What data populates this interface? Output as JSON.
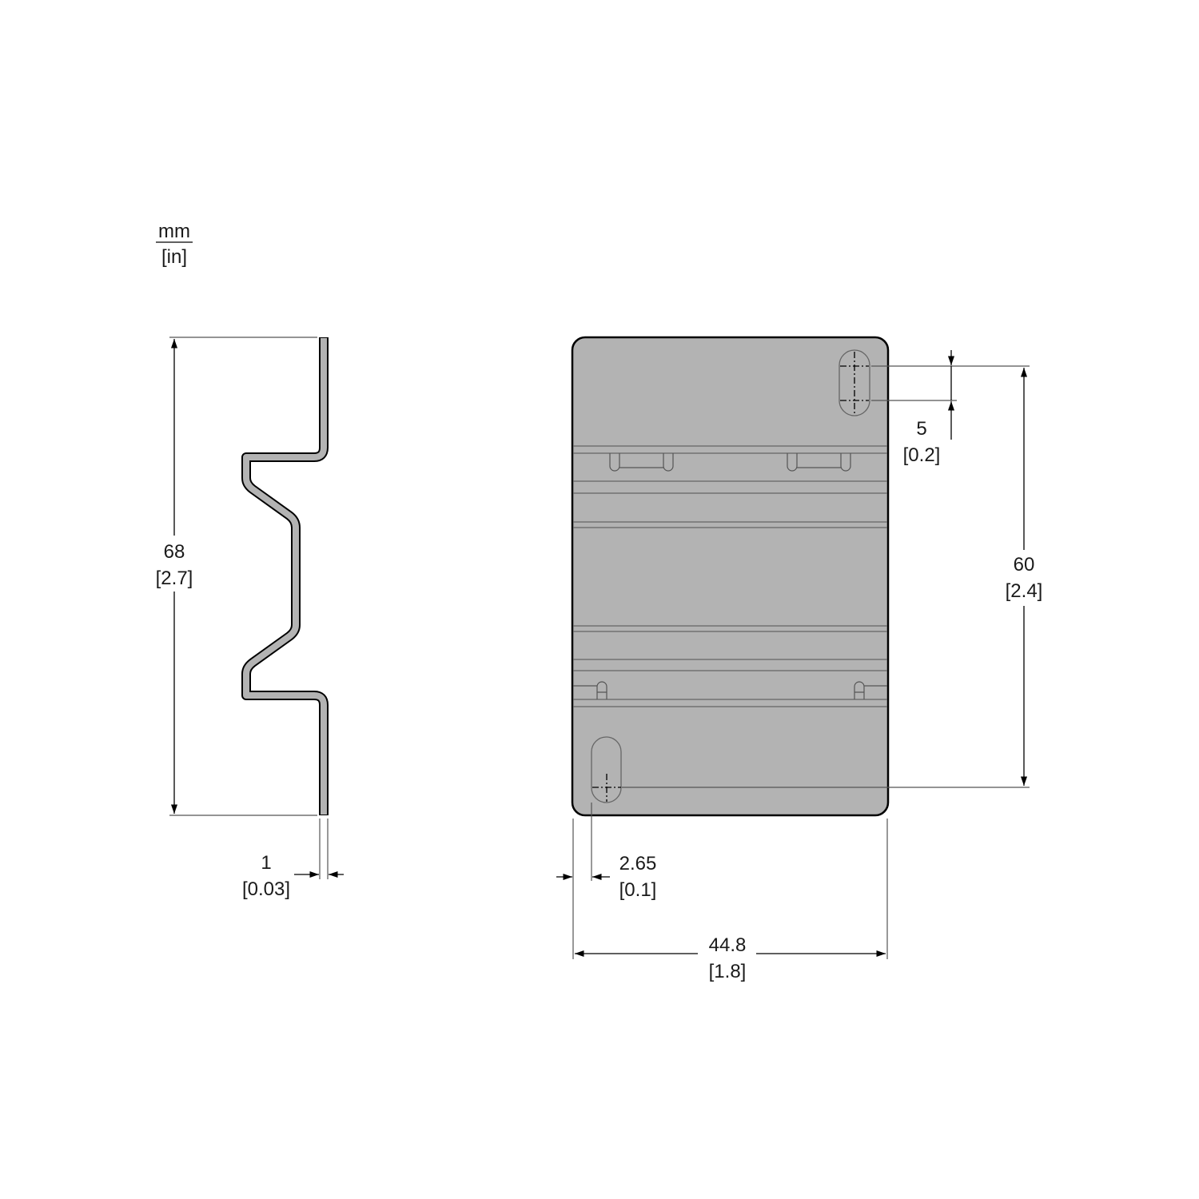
{
  "units": {
    "primary": "mm",
    "secondary": "[in]"
  },
  "colors": {
    "part_fill": "#b3b3b3",
    "outline": "#000000"
  },
  "side_view": {
    "height": {
      "mm": "68",
      "in": "[2.7]"
    },
    "thickness": {
      "mm": "1",
      "in": "[0.03]"
    }
  },
  "front_view": {
    "slot_length": {
      "mm": "5",
      "in": "[0.2]"
    },
    "hole_spacing": {
      "mm": "60",
      "in": "[2.4]"
    },
    "edge_offset": {
      "mm": "2.65",
      "in": "[0.1]"
    },
    "width": {
      "mm": "44.8",
      "in": "[1.8]"
    }
  }
}
